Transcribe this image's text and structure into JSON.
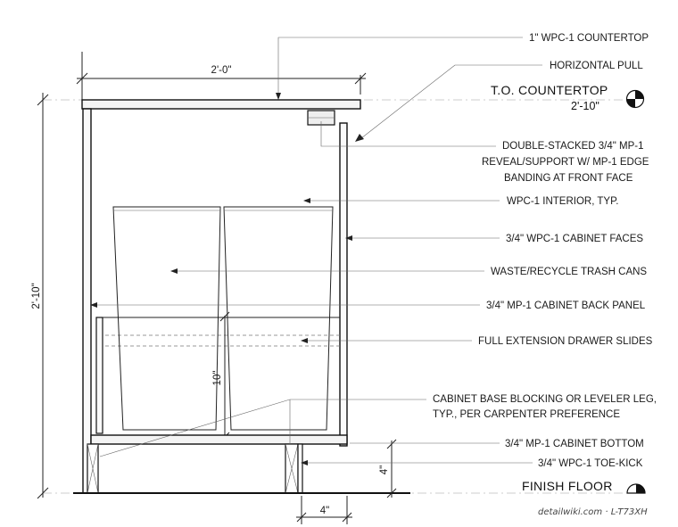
{
  "notes": {
    "countertop": "1\" WPC-1 COUNTERTOP",
    "pull": "HORIZONTAL PULL",
    "reveal_1": "DOUBLE-STACKED 3/4\" MP-1",
    "reveal_2": "REVEAL/SUPPORT W/ MP-1 EDGE",
    "reveal_3": "BANDING AT FRONT FACE",
    "interior": "WPC-1 INTERIOR, TYP.",
    "faces": "3/4\" WPC-1 CABINET FACES",
    "cans": "WASTE/RECYCLE TRASH CANS",
    "back_panel": "3/4\" MP-1 CABINET BACK PANEL",
    "slides": "FULL EXTENSION DRAWER SLIDES",
    "blocking_1": "CABINET BASE BLOCKING OR LEVELER LEG,",
    "blocking_2": "TYP., PER CARPENTER PREFERENCE",
    "bottom": "3/4\" MP-1 CABINET BOTTOM",
    "toe_kick": "3/4\" WPC-1 TOE-KICK"
  },
  "levels": {
    "countertop_label": "T.O. COUNTERTOP",
    "countertop_value": "2'-10\"",
    "floor_label": "FINISH FLOOR"
  },
  "dimensions": {
    "width": "2'-0\"",
    "height": "2'-10\"",
    "can_height": "10\"",
    "toe_height": "4\"",
    "toe_depth": "4\""
  },
  "watermark": "detailwiki.com · L-T73XH"
}
